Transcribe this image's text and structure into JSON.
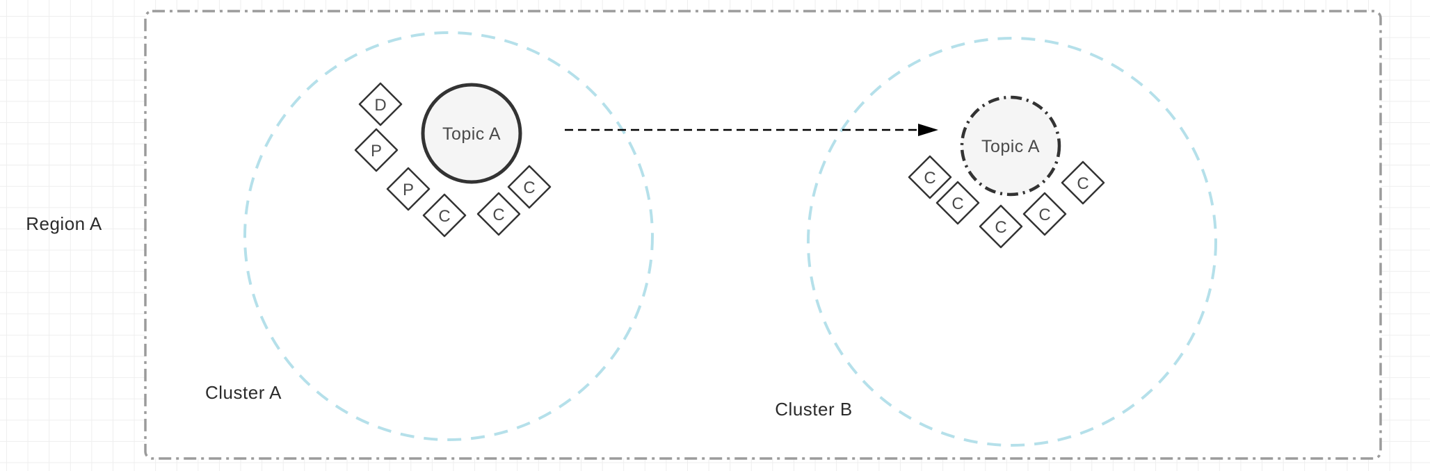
{
  "region": {
    "label": "Region A"
  },
  "clusters": [
    {
      "label": "Cluster A",
      "topic": {
        "label": "Topic A",
        "border_style": "solid"
      },
      "nodes": [
        "D",
        "P",
        "P",
        "C",
        "C",
        "C"
      ]
    },
    {
      "label": "Cluster B",
      "topic": {
        "label": "Topic A",
        "border_style": "dash-dot"
      },
      "nodes": [
        "C",
        "C",
        "C",
        "C",
        "C"
      ]
    }
  ],
  "arrow": {
    "from": "cluster-a-topic",
    "to": "cluster-b-topic",
    "style": "dashed"
  },
  "colors": {
    "region_border": "#9b9b9b",
    "region_fill": "#ffffff",
    "cluster_circle": "#b5e0ea",
    "topic_fill": "#f5f5f5",
    "shape_stroke": "#333333",
    "node_fill": "#ffffff",
    "arrow": "#000000",
    "label_text": "#2b2b2b",
    "shape_text": "#4a4a4a",
    "grid_line": "#eeeeee"
  }
}
